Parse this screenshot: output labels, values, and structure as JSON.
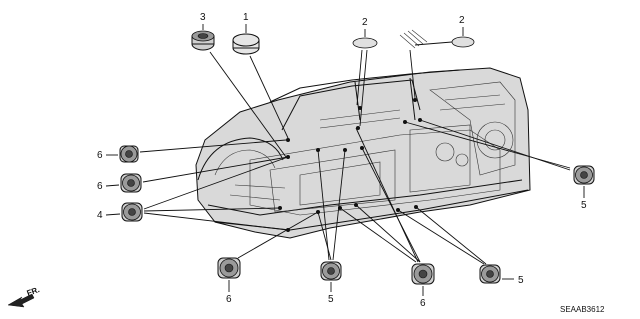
{
  "diagram": {
    "part_code": "SEAAB3612",
    "direction_label": "FR.",
    "callouts": {
      "c3_top": "3",
      "c1_top": "1",
      "c2_top_a": "2",
      "c2_top_b": "2",
      "c6_left_a": "6",
      "c6_left_b": "6",
      "c4_left": "4",
      "c5_right": "5",
      "c6_bottom_a": "6",
      "c5_bottom": "5",
      "c6_bottom_b": "6",
      "c5_bottom_right": "5"
    },
    "icons": {
      "grommet": "grommet-icon",
      "plug": "plug-icon",
      "seal": "seal-icon",
      "arrow": "front-arrow-icon"
    }
  }
}
